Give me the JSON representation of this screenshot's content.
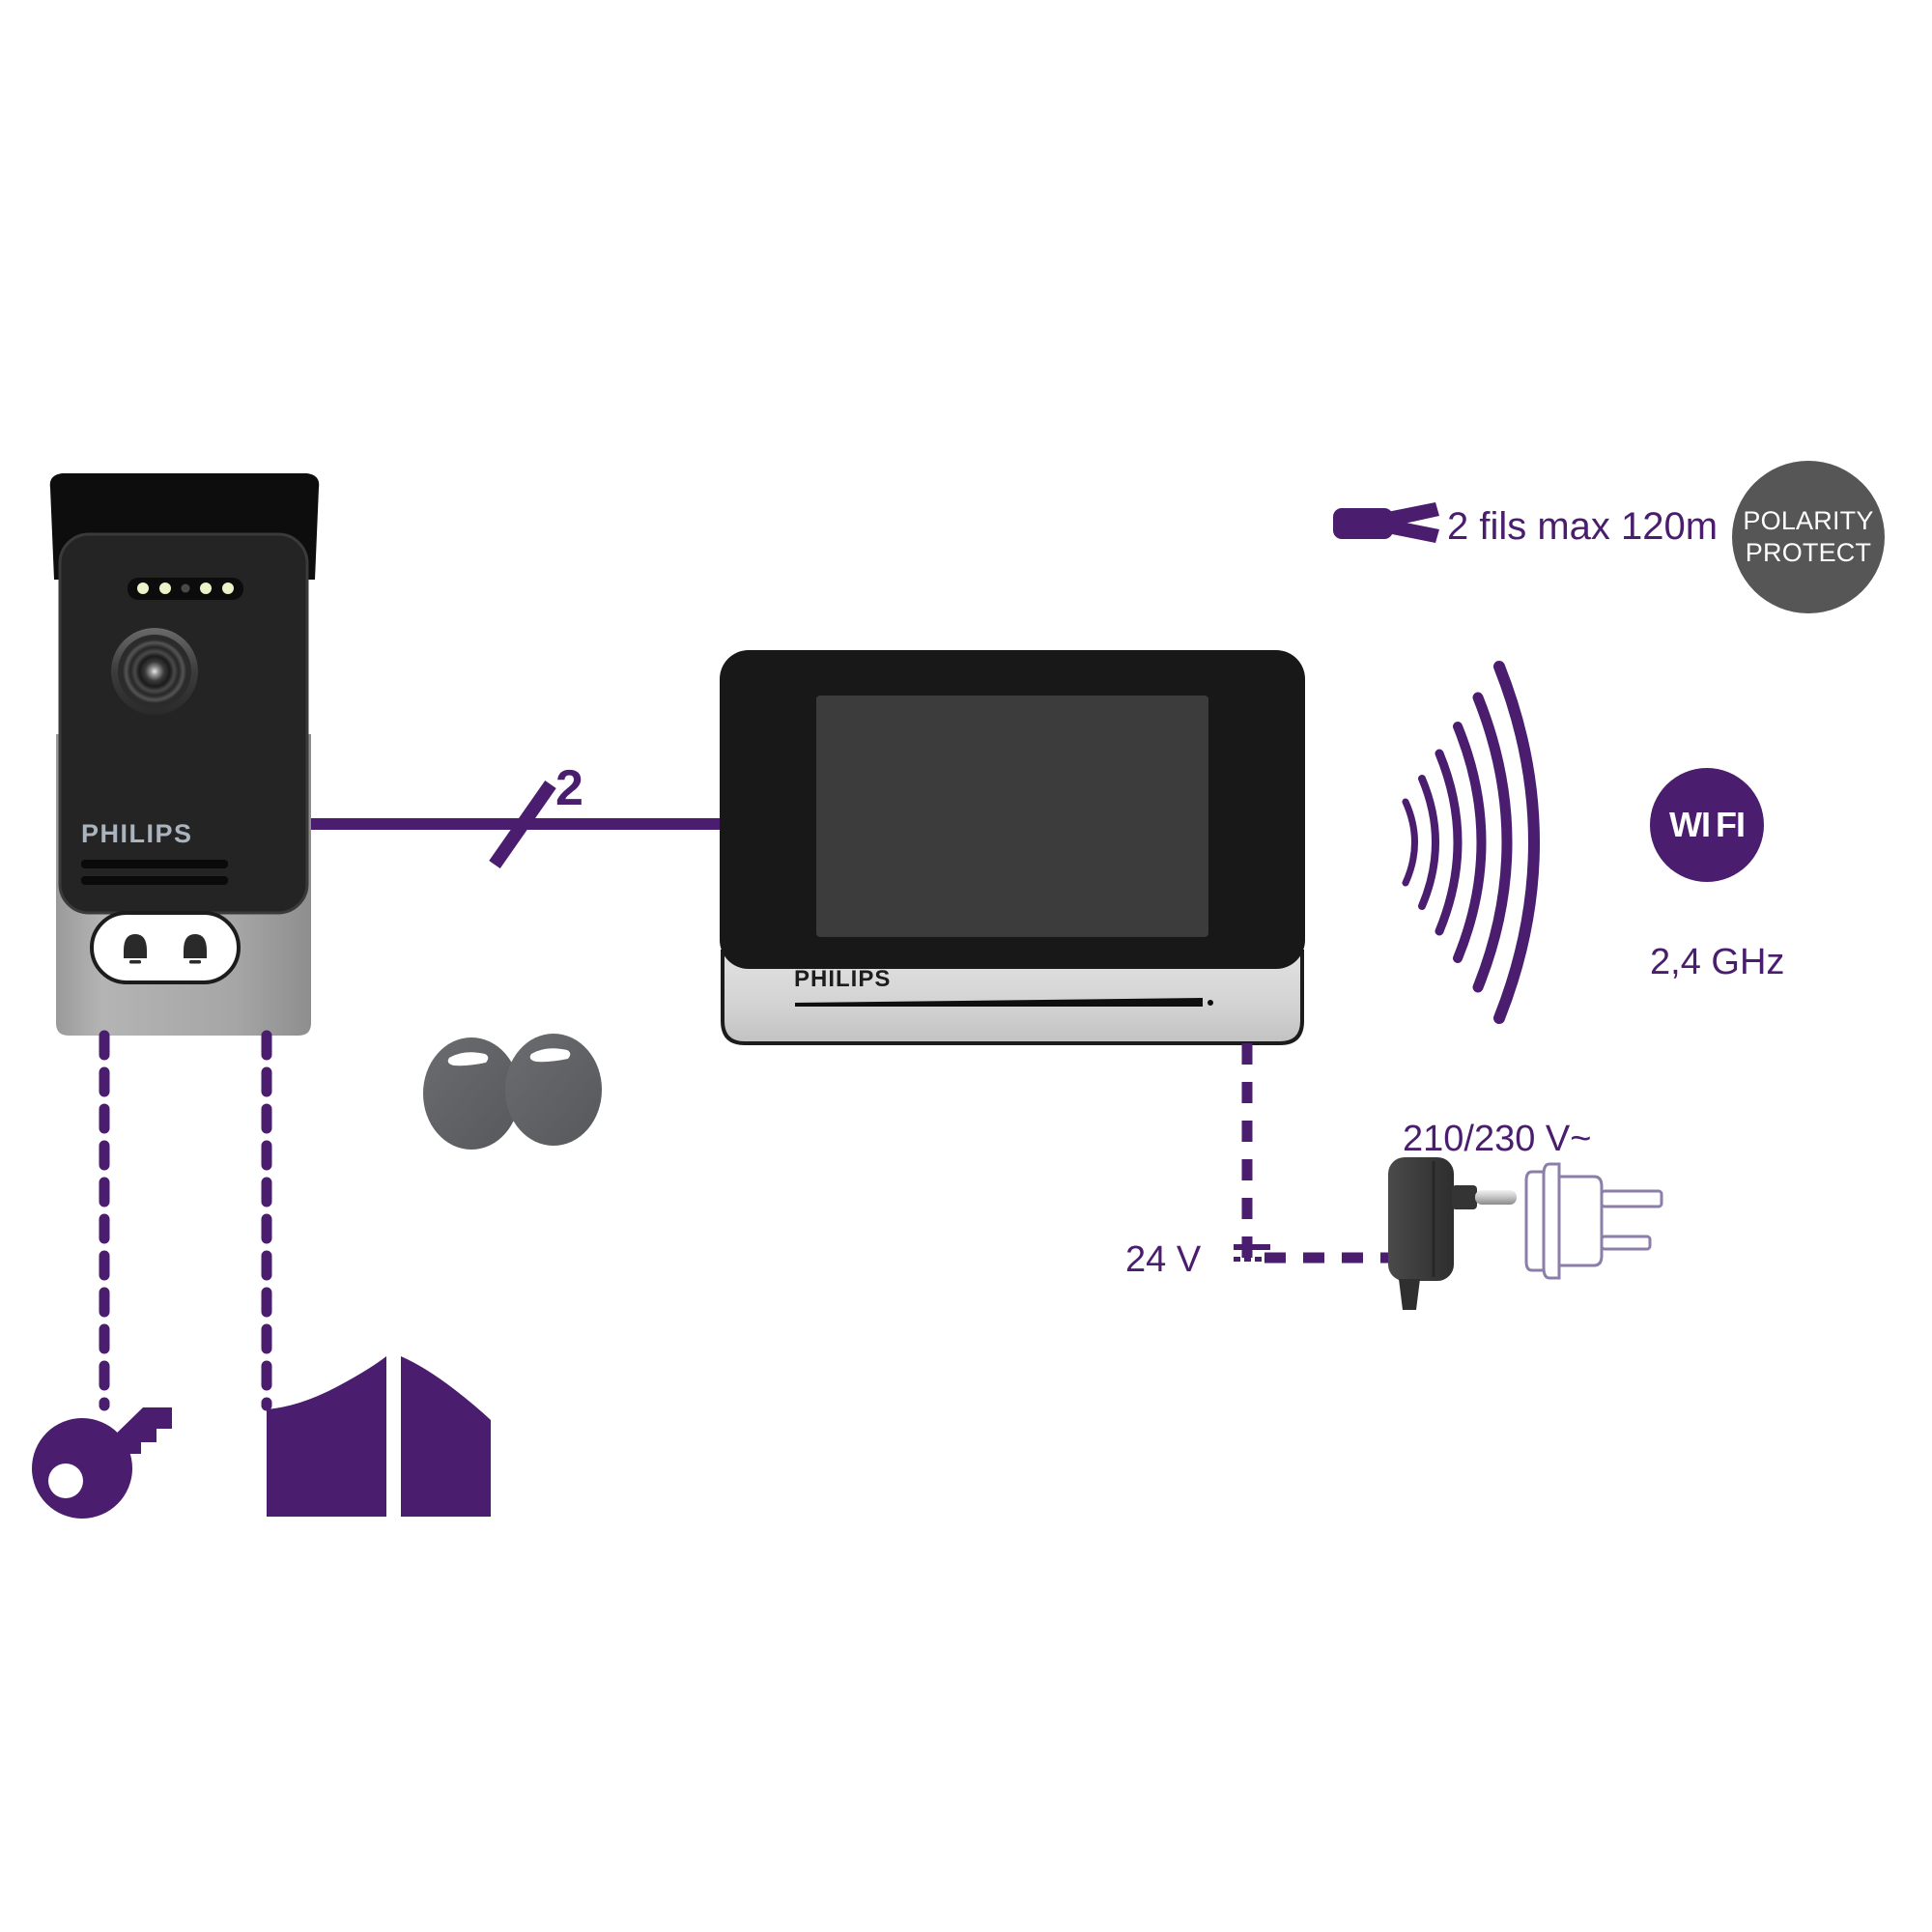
{
  "diagram": {
    "title": "Philips video doorphone wiring diagram",
    "background": "#ffffff",
    "accent_purple": "#4a1d6e",
    "badge_gray": "#565656"
  },
  "door_station": {
    "name": "door-station",
    "brand": "PHILIPS",
    "bell_buttons": 2,
    "ir_leds": 4,
    "has_camera": true,
    "has_visor": true,
    "body_color": "#1e1e1e",
    "base_color": "#a8a8a8"
  },
  "monitor": {
    "name": "indoor-monitor",
    "brand": "PHILIPS",
    "bezel_color": "#1c1c1c",
    "screen_color": "#3a3a3a",
    "base_color": "#d4d4d4"
  },
  "wire_link": {
    "count_label": "2",
    "spec_label": "2 fils max 120m"
  },
  "polarity": {
    "line1": "POLARITY",
    "line2": "PROTECT"
  },
  "wifi": {
    "badge_text_1": "WI",
    "badge_text_2": "FI",
    "frequency_label": "2,4 GHz",
    "arc_count": 6
  },
  "power": {
    "dc_label": "24 V",
    "ac_label": "210/230 V~",
    "adapter_color": "#3d3d3d"
  },
  "accessories": {
    "rfid_fobs": 2,
    "fob_color": "#5e6063",
    "lock_icon": "key-icon",
    "gate_icon": "gate-icon"
  }
}
